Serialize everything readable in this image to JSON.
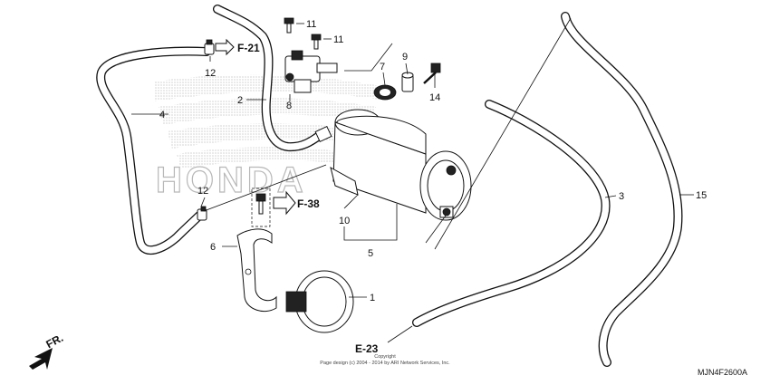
{
  "callouts": {
    "c1": "1",
    "c2": "2",
    "c3": "3",
    "c4": "4",
    "c5": "5",
    "c6": "6",
    "c7": "7",
    "c8": "8",
    "c9": "9",
    "c10": "10",
    "c11a": "11",
    "c11b": "11",
    "c12a": "12",
    "c12b": "12",
    "c14": "14",
    "c15": "15"
  },
  "references": {
    "f21": "F-21",
    "f38": "F-38",
    "e23": "E-23"
  },
  "copyright": {
    "line1": "Copyright",
    "line2": "Page design (c) 2004 - 2014 by ARI Network Services, Inc."
  },
  "diagram_code": "MJN4F2600A",
  "direction_label": "FR.",
  "watermark": "HONDA",
  "colors": {
    "line": "#111111",
    "watermark": "#b8b8b8",
    "background": "#ffffff"
  }
}
